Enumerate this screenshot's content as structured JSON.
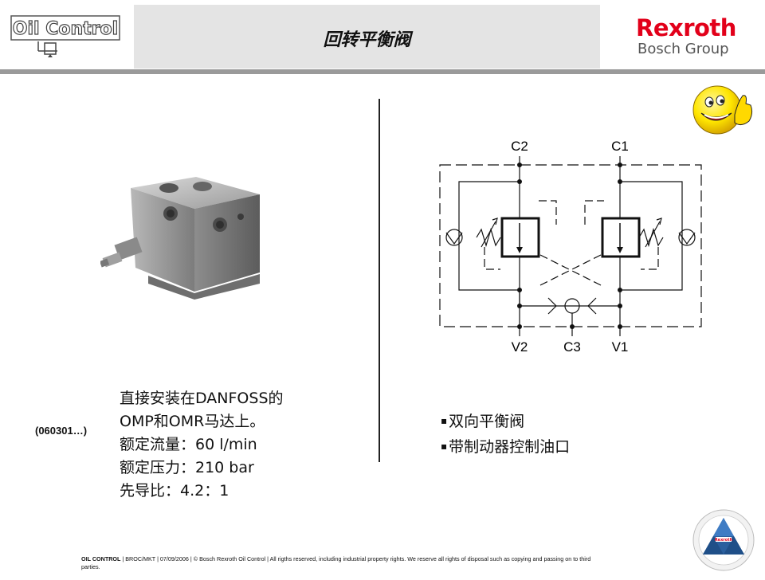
{
  "header": {
    "logo_text": "Oil Control",
    "title": "回转平衡阀",
    "brand_name": "Rexroth",
    "brand_group": "Bosch Group"
  },
  "colors": {
    "brand_red": "#e2001a",
    "title_band": "#e4e4e4",
    "rule": "#9a9a9a"
  },
  "icons": {
    "mascot": "thumbs-up-smiley-icon",
    "badge": "rexroth-values-triangle-icon"
  },
  "product": {
    "code": "(060301…)",
    "description": [
      "直接安装在DANFOSS的",
      "OMP和OMR马达上。",
      "额定流量：60 l/min",
      "额定压力：210 bar",
      "先导比：4.2：1"
    ]
  },
  "schematic": {
    "port_c2": "C2",
    "port_c1": "C1",
    "port_v2": "V2",
    "port_c3": "C3",
    "port_v1": "V1"
  },
  "features": {
    "bullet": "▪",
    "items": [
      "双向平衡阀",
      "带制动器控制油口"
    ]
  },
  "badge": {
    "center": "Rexroth"
  },
  "footer": {
    "company": "OIL CONTROL",
    "dept_date": "BROC/MKT | 07/09/2006",
    "copyright": "© Bosch Rexroth Oil Control | All rigths reserved, including industrial property rights. We reserve all rights of disposal such as copying and passing on to third parties."
  }
}
